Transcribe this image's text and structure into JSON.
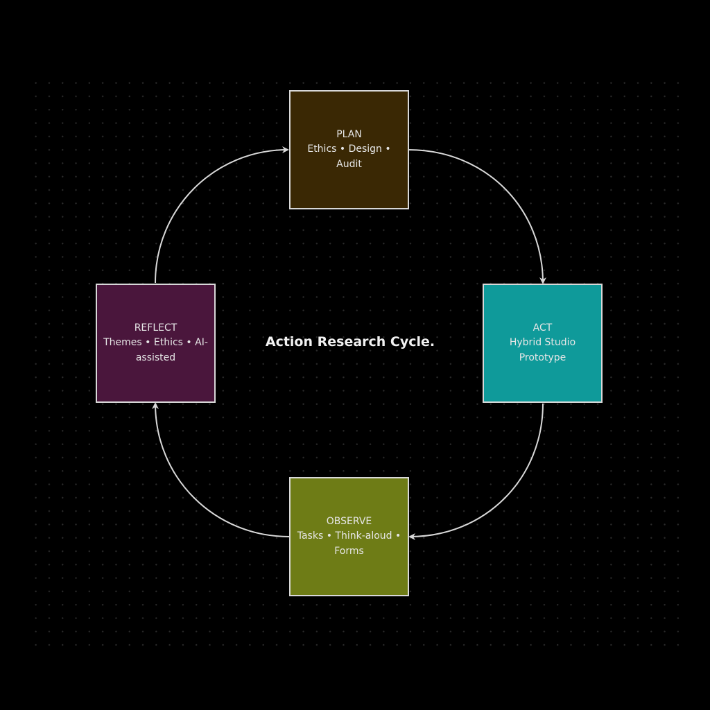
{
  "title": "Action Research Cycle.",
  "nodes": {
    "plan": {
      "label": "PLAN",
      "detail": "Ethics • Design • Audit",
      "color": "#3a2804"
    },
    "act": {
      "label": "ACT",
      "detail": "Hybrid Studio Prototype",
      "color": "#0f9a9a"
    },
    "observe": {
      "label": "OBSERVE",
      "detail": "Tasks • Think-aloud • Forms",
      "color": "#6e7c16"
    },
    "reflect": {
      "label": "REFLECT",
      "detail": "Themes • Ethics • AI-assisted",
      "color": "#4a163c"
    }
  },
  "edges": [
    {
      "from": "plan",
      "to": "act"
    },
    {
      "from": "act",
      "to": "observe"
    },
    {
      "from": "observe",
      "to": "reflect"
    },
    {
      "from": "reflect",
      "to": "plan"
    }
  ]
}
